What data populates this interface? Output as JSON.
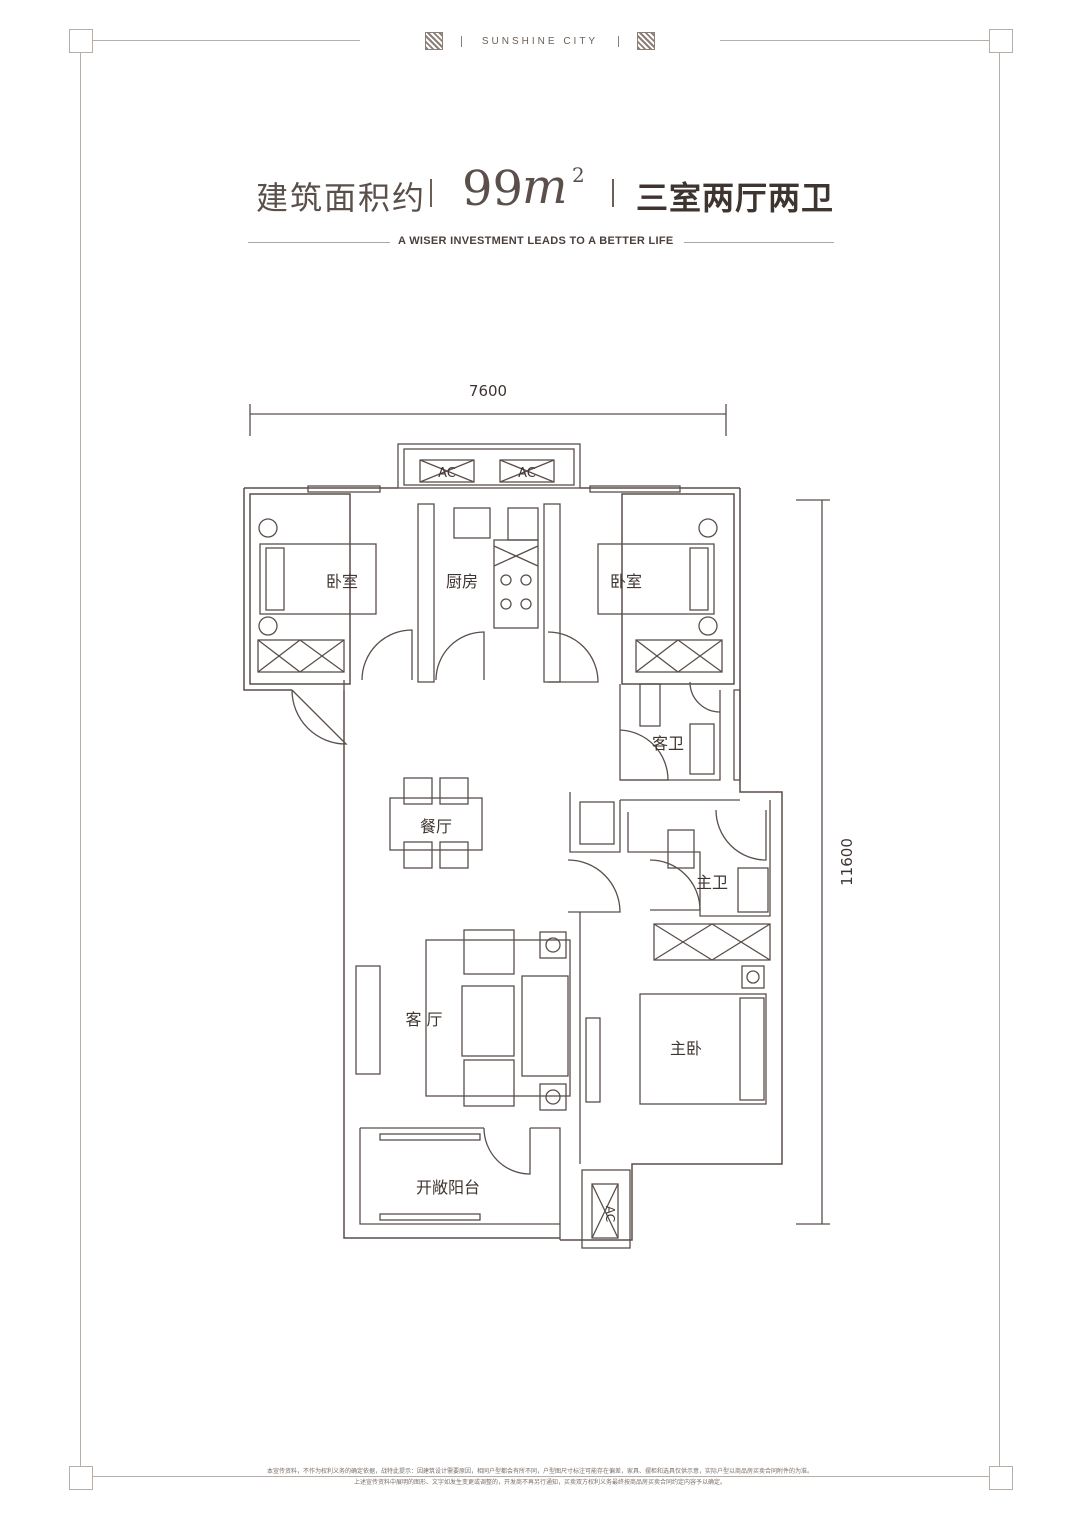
{
  "brand": {
    "text": "SUNSHINE CITY"
  },
  "header": {
    "area_label": "建筑面积约",
    "area_value": "99",
    "area_unit": "m",
    "area_unit_sup": "2",
    "layout": "三室两厅两卫"
  },
  "slogan": "A WISER INVESTMENT LEADS TO A BETTER LIFE",
  "dimensions": {
    "width": "7600",
    "depth": "11600"
  },
  "rooms": {
    "bedroom_left": "卧室",
    "kitchen": "厨房",
    "bedroom_right": "卧室",
    "guest_bath": "客卫",
    "dining": "餐厅",
    "master_bath": "主卫",
    "living": "客 厅",
    "master_bedroom": "主卧",
    "balcony": "开敞阳台"
  },
  "ac_labels": {
    "ac1": "AC",
    "ac2": "AC",
    "ac3": "AC"
  },
  "footer": {
    "line1": "本宣传资料，不作为权利义务的确定依据，战特此提示：因建筑设计需要原因，相同户型都会有所不同，户型图尺寸标注可能存在偏差，家具、摆柜和选具仅供示意，实际户型以商品房买卖合同附件的为准。",
    "line2": "上述宣传资料中展明的图形、文字如发生变更或调整的，开发商不再另行通知，买卖双方权利义务最终按商品房买卖合同约定内容予以确定。"
  },
  "colors": {
    "line": "#5a4f4a",
    "text": "#4a3f3a",
    "frame": "#b9aea6"
  }
}
